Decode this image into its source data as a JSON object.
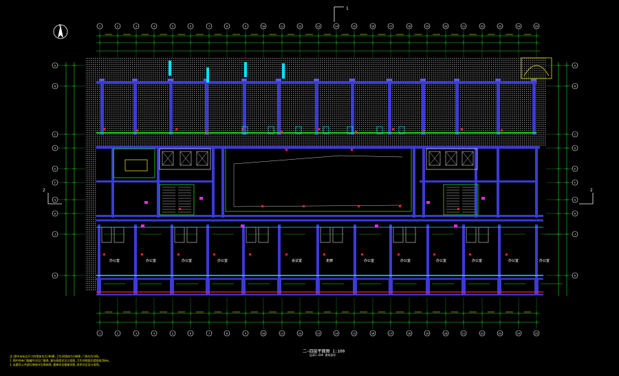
{
  "drawing": {
    "title": "二~四层平面图 1:100",
    "scale_note": "层高3.600 建筑面积",
    "notes": [
      "注:图中未标注尺寸的墙体均为200厚,卫生间墙体为100厚,门垛均为100。",
      "2.图中所有门窗编号详见门窗表,窗台高度详见立面图,卫生间地面比楼面低20mm。",
      "3.走廊及公共部位装修详见装修表,楼梯详见楼梯详图,其余详见设计说明。"
    ],
    "section_marks": {
      "top": "1",
      "left": "2",
      "right": "2"
    },
    "north_label": "N",
    "grid_bubbles_top": [
      "1",
      "2",
      "3",
      "4",
      "5",
      "6",
      "7",
      "8",
      "9",
      "10",
      "11",
      "12",
      "13",
      "14",
      "15",
      "16",
      "17",
      "18",
      "19",
      "20",
      "21",
      "22",
      "23",
      "24",
      "25"
    ],
    "grid_bubbles_side": [
      "A",
      "B",
      "C",
      "D",
      "E",
      "F",
      "G",
      "H",
      "J",
      "K"
    ],
    "room_labels": [
      "办公室",
      "办公室",
      "办公室",
      "办公室",
      "会议室",
      "走廊",
      "办公室",
      "办公室",
      "办公室",
      "办公室",
      "办公室",
      "办公室"
    ],
    "colors": {
      "background": "#000000",
      "wall": "#3b3bd6",
      "dimension": "#22dd22",
      "hatch": "#8a8a8a",
      "axis": "#ffffff",
      "accent_red": "#ff2222",
      "accent_cyan": "#00e5ff",
      "accent_magenta": "#ff22ff",
      "accent_yellow": "#e6e600"
    }
  }
}
